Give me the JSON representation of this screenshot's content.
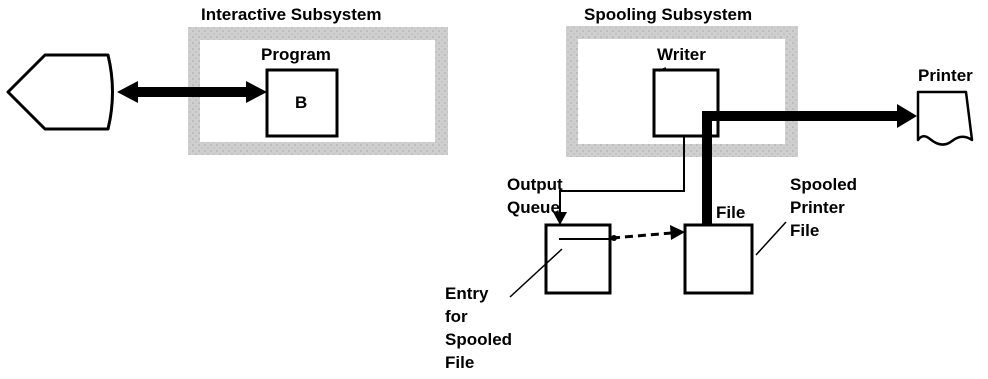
{
  "interactive": {
    "title": "Interactive Subsystem",
    "program_label": "Program",
    "program_box_label": "B"
  },
  "spooling": {
    "title": "Spooling Subsystem",
    "writer_label": "Writer"
  },
  "printer": {
    "label": "Printer"
  },
  "output_queue": {
    "line1": "Output",
    "line2": "Queue"
  },
  "file_label": "File",
  "spooled_printer_file": {
    "line1": "Spooled",
    "line2": "Printer",
    "line3": "File"
  },
  "entry_note": {
    "line1": "Entry",
    "line2": "for",
    "line3": "Spooled",
    "line4": "File"
  },
  "colors": {
    "subsystem_fill": "#c9c9c9",
    "ink": "#000000",
    "background": "#ffffff"
  }
}
